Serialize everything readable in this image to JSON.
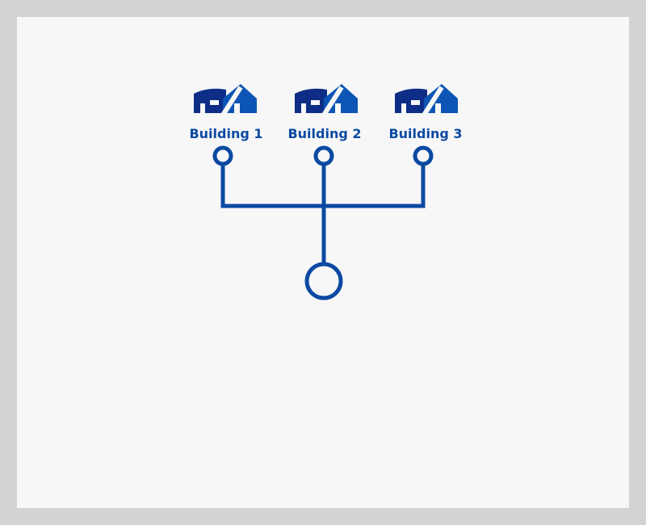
{
  "colors": {
    "frame": "#d3d3d3",
    "background": "#f7f7f7",
    "primary": "#0b4aa2",
    "icon_dark": "#0d2d86",
    "icon_light": "#0c55b4"
  },
  "buildings": [
    {
      "label": "Building 1",
      "icon": "warehouse-house-icon"
    },
    {
      "label": "Building 2",
      "icon": "warehouse-house-icon"
    },
    {
      "label": "Building 3",
      "icon": "warehouse-house-icon"
    }
  ],
  "junction": {
    "icon": "connection-node"
  }
}
